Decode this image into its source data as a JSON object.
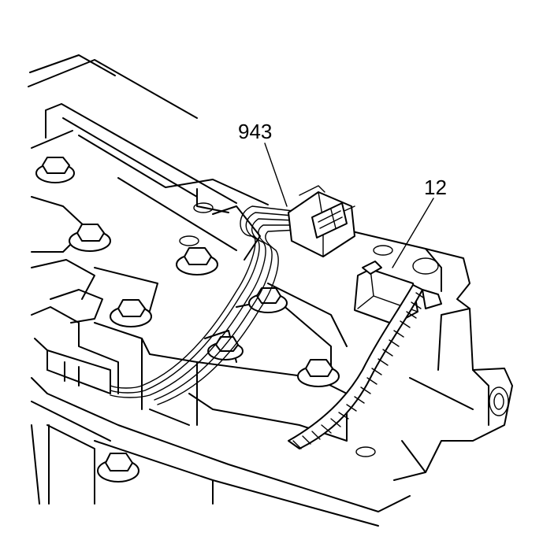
{
  "diagram": {
    "callouts": [
      {
        "id": "connector",
        "label": "943"
      },
      {
        "id": "harness-clip",
        "label": "12"
      }
    ]
  }
}
